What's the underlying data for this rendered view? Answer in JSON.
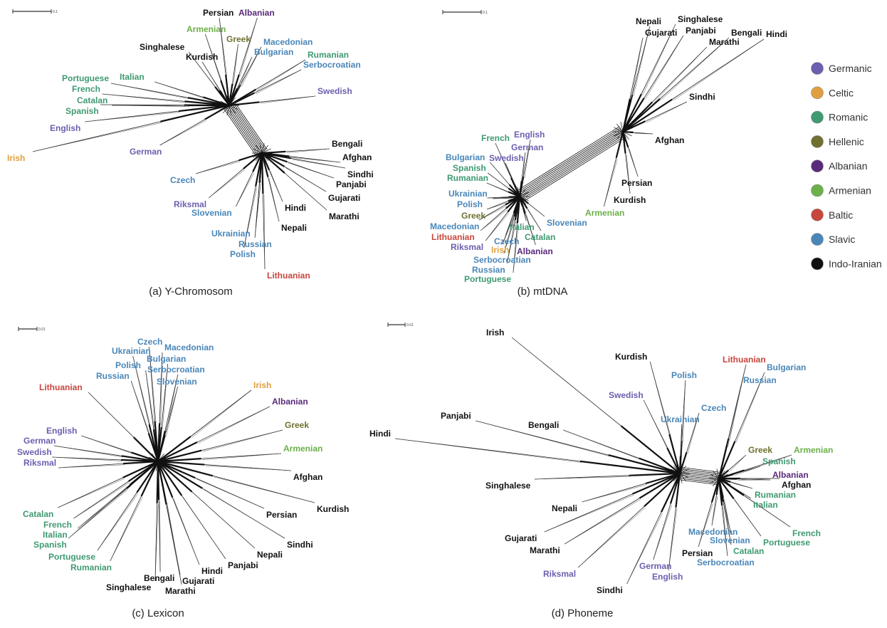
{
  "colors": {
    "Germanic": "#6b5fb0",
    "Celtic": "#e0a040",
    "Romanic": "#3f9a72",
    "Hellenic": "#707030",
    "Albanian": "#5a2a7a",
    "Armenian": "#6cb04a",
    "Baltic": "#c8463c",
    "Slavic": "#4a86b8",
    "Indo-Iranian": "#111111"
  },
  "legend": [
    {
      "label": "Germanic",
      "group": "Germanic"
    },
    {
      "label": "Celtic",
      "group": "Celtic"
    },
    {
      "label": "Romanic",
      "group": "Romanic"
    },
    {
      "label": "Hellenic",
      "group": "Hellenic"
    },
    {
      "label": "Albanian",
      "group": "Albanian"
    },
    {
      "label": "Armenian",
      "group": "Armenian"
    },
    {
      "label": "Baltic",
      "group": "Baltic"
    },
    {
      "label": "Slavic",
      "group": "Slavic"
    },
    {
      "label": "Indo-Iranian",
      "group": "Indo-Iranian"
    }
  ],
  "panels": [
    {
      "id": "a",
      "caption": "(a) Y-Chromosom",
      "scale_label": "0.1",
      "labels": [
        {
          "text": "Persian",
          "group": "Indo-Iranian"
        },
        {
          "text": "Albanian",
          "group": "Albanian"
        },
        {
          "text": "Armenian",
          "group": "Armenian"
        },
        {
          "text": "Greek",
          "group": "Hellenic"
        },
        {
          "text": "Singhalese",
          "group": "Indo-Iranian"
        },
        {
          "text": "Kurdish",
          "group": "Indo-Iranian"
        },
        {
          "text": "Macedonian",
          "group": "Slavic"
        },
        {
          "text": "Bulgarian",
          "group": "Slavic"
        },
        {
          "text": "Rumanian",
          "group": "Romanic"
        },
        {
          "text": "Serbocroatian",
          "group": "Slavic"
        },
        {
          "text": "Portuguese",
          "group": "Romanic"
        },
        {
          "text": "Italian",
          "group": "Romanic"
        },
        {
          "text": "French",
          "group": "Romanic"
        },
        {
          "text": "Catalan",
          "group": "Romanic"
        },
        {
          "text": "Spanish",
          "group": "Romanic"
        },
        {
          "text": "Swedish",
          "group": "Germanic"
        },
        {
          "text": "English",
          "group": "Germanic"
        },
        {
          "text": "Irish",
          "group": "Celtic"
        },
        {
          "text": "German",
          "group": "Germanic"
        },
        {
          "text": "Bengali",
          "group": "Indo-Iranian"
        },
        {
          "text": "Afghan",
          "group": "Indo-Iranian"
        },
        {
          "text": "Sindhi",
          "group": "Indo-Iranian"
        },
        {
          "text": "Czech",
          "group": "Slavic"
        },
        {
          "text": "Panjabi",
          "group": "Indo-Iranian"
        },
        {
          "text": "Gujarati",
          "group": "Indo-Iranian"
        },
        {
          "text": "Riksmal",
          "group": "Germanic"
        },
        {
          "text": "Slovenian",
          "group": "Slavic"
        },
        {
          "text": "Hindi",
          "group": "Indo-Iranian"
        },
        {
          "text": "Marathi",
          "group": "Indo-Iranian"
        },
        {
          "text": "Nepali",
          "group": "Indo-Iranian"
        },
        {
          "text": "Ukrainian",
          "group": "Slavic"
        },
        {
          "text": "Russian",
          "group": "Slavic"
        },
        {
          "text": "Polish",
          "group": "Slavic"
        },
        {
          "text": "Lithuanian",
          "group": "Baltic"
        }
      ]
    },
    {
      "id": "b",
      "caption": "(b) mtDNA",
      "scale_label": "0.1",
      "labels": [
        {
          "text": "Nepali",
          "group": "Indo-Iranian"
        },
        {
          "text": "Gujarati",
          "group": "Indo-Iranian"
        },
        {
          "text": "Singhalese",
          "group": "Indo-Iranian"
        },
        {
          "text": "Panjabi",
          "group": "Indo-Iranian"
        },
        {
          "text": "Marathi",
          "group": "Indo-Iranian"
        },
        {
          "text": "Bengali",
          "group": "Indo-Iranian"
        },
        {
          "text": "Hindi",
          "group": "Indo-Iranian"
        },
        {
          "text": "Sindhi",
          "group": "Indo-Iranian"
        },
        {
          "text": "French",
          "group": "Romanic"
        },
        {
          "text": "English",
          "group": "Germanic"
        },
        {
          "text": "German",
          "group": "Germanic"
        },
        {
          "text": "Afghan",
          "group": "Indo-Iranian"
        },
        {
          "text": "Bulgarian",
          "group": "Slavic"
        },
        {
          "text": "Swedish",
          "group": "Germanic"
        },
        {
          "text": "Spanish",
          "group": "Romanic"
        },
        {
          "text": "Rumanian",
          "group": "Romanic"
        },
        {
          "text": "Persian",
          "group": "Indo-Iranian"
        },
        {
          "text": "Ukrainian",
          "group": "Slavic"
        },
        {
          "text": "Kurdish",
          "group": "Indo-Iranian"
        },
        {
          "text": "Polish",
          "group": "Slavic"
        },
        {
          "text": "Armenian",
          "group": "Armenian"
        },
        {
          "text": "Greek",
          "group": "Hellenic"
        },
        {
          "text": "Slovenian",
          "group": "Slavic"
        },
        {
          "text": "Macedonian",
          "group": "Slavic"
        },
        {
          "text": "Italian",
          "group": "Romanic"
        },
        {
          "text": "Lithuanian",
          "group": "Baltic"
        },
        {
          "text": "Catalan",
          "group": "Romanic"
        },
        {
          "text": "Czech",
          "group": "Slavic"
        },
        {
          "text": "Riksmal",
          "group": "Germanic"
        },
        {
          "text": "Irish",
          "group": "Celtic"
        },
        {
          "text": "Albanian",
          "group": "Albanian"
        },
        {
          "text": "Serbocroatian",
          "group": "Slavic"
        },
        {
          "text": "Russian",
          "group": "Slavic"
        },
        {
          "text": "Portuguese",
          "group": "Romanic"
        }
      ]
    },
    {
      "id": "c",
      "caption": "(c) Lexicon",
      "scale_label": "0.01",
      "labels": [
        {
          "text": "Czech",
          "group": "Slavic"
        },
        {
          "text": "Ukrainian",
          "group": "Slavic"
        },
        {
          "text": "Macedonian",
          "group": "Slavic"
        },
        {
          "text": "Polish",
          "group": "Slavic"
        },
        {
          "text": "Bulgarian",
          "group": "Slavic"
        },
        {
          "text": "Russian",
          "group": "Slavic"
        },
        {
          "text": "Serbocroatian",
          "group": "Slavic"
        },
        {
          "text": "Slovenian",
          "group": "Slavic"
        },
        {
          "text": "Lithuanian",
          "group": "Baltic"
        },
        {
          "text": "Irish",
          "group": "Celtic"
        },
        {
          "text": "Albanian",
          "group": "Albanian"
        },
        {
          "text": "Greek",
          "group": "Hellenic"
        },
        {
          "text": "English",
          "group": "Germanic"
        },
        {
          "text": "German",
          "group": "Germanic"
        },
        {
          "text": "Armenian",
          "group": "Armenian"
        },
        {
          "text": "Swedish",
          "group": "Germanic"
        },
        {
          "text": "Riksmal",
          "group": "Germanic"
        },
        {
          "text": "Afghan",
          "group": "Indo-Iranian"
        },
        {
          "text": "Catalan",
          "group": "Romanic"
        },
        {
          "text": "Kurdish",
          "group": "Indo-Iranian"
        },
        {
          "text": "Persian",
          "group": "Indo-Iranian"
        },
        {
          "text": "French",
          "group": "Romanic"
        },
        {
          "text": "Italian",
          "group": "Romanic"
        },
        {
          "text": "Spanish",
          "group": "Romanic"
        },
        {
          "text": "Sindhi",
          "group": "Indo-Iranian"
        },
        {
          "text": "Nepali",
          "group": "Indo-Iranian"
        },
        {
          "text": "Portuguese",
          "group": "Romanic"
        },
        {
          "text": "Hindi",
          "group": "Indo-Iranian"
        },
        {
          "text": "Panjabi",
          "group": "Indo-Iranian"
        },
        {
          "text": "Rumanian",
          "group": "Romanic"
        },
        {
          "text": "Bengali",
          "group": "Indo-Iranian"
        },
        {
          "text": "Gujarati",
          "group": "Indo-Iranian"
        },
        {
          "text": "Singhalese",
          "group": "Indo-Iranian"
        },
        {
          "text": "Marathi",
          "group": "Indo-Iranian"
        }
      ]
    },
    {
      "id": "d",
      "caption": "(d) Phoneme",
      "scale_label": "0.01",
      "labels": [
        {
          "text": "Irish",
          "group": "Indo-Iranian"
        },
        {
          "text": "Kurdish",
          "group": "Indo-Iranian"
        },
        {
          "text": "Lithuanian",
          "group": "Baltic"
        },
        {
          "text": "Bulgarian",
          "group": "Slavic"
        },
        {
          "text": "Polish",
          "group": "Slavic"
        },
        {
          "text": "Russian",
          "group": "Slavic"
        },
        {
          "text": "Swedish",
          "group": "Germanic"
        },
        {
          "text": "Czech",
          "group": "Slavic"
        },
        {
          "text": "Panjabi",
          "group": "Indo-Iranian"
        },
        {
          "text": "Ukrainian",
          "group": "Slavic"
        },
        {
          "text": "Bengali",
          "group": "Indo-Iranian"
        },
        {
          "text": "Hindi",
          "group": "Indo-Iranian"
        },
        {
          "text": "Greek",
          "group": "Hellenic"
        },
        {
          "text": "Armenian",
          "group": "Armenian"
        },
        {
          "text": "Spanish",
          "group": "Romanic"
        },
        {
          "text": "Albanian",
          "group": "Albanian"
        },
        {
          "text": "Singhalese",
          "group": "Indo-Iranian"
        },
        {
          "text": "Afghan",
          "group": "Indo-Iranian"
        },
        {
          "text": "Rumanian",
          "group": "Romanic"
        },
        {
          "text": "Nepali",
          "group": "Indo-Iranian"
        },
        {
          "text": "Italian",
          "group": "Romanic"
        },
        {
          "text": "French",
          "group": "Romanic"
        },
        {
          "text": "Macedonian",
          "group": "Slavic"
        },
        {
          "text": "Gujarati",
          "group": "Indo-Iranian"
        },
        {
          "text": "Slovenian",
          "group": "Slavic"
        },
        {
          "text": "Portuguese",
          "group": "Romanic"
        },
        {
          "text": "Marathi",
          "group": "Indo-Iranian"
        },
        {
          "text": "Persian",
          "group": "Indo-Iranian"
        },
        {
          "text": "Catalan",
          "group": "Romanic"
        },
        {
          "text": "Serbocroatian",
          "group": "Slavic"
        },
        {
          "text": "German",
          "group": "Germanic"
        },
        {
          "text": "English",
          "group": "Germanic"
        },
        {
          "text": "Riksmal",
          "group": "Germanic"
        },
        {
          "text": "Sindhi",
          "group": "Indo-Iranian"
        }
      ]
    }
  ]
}
